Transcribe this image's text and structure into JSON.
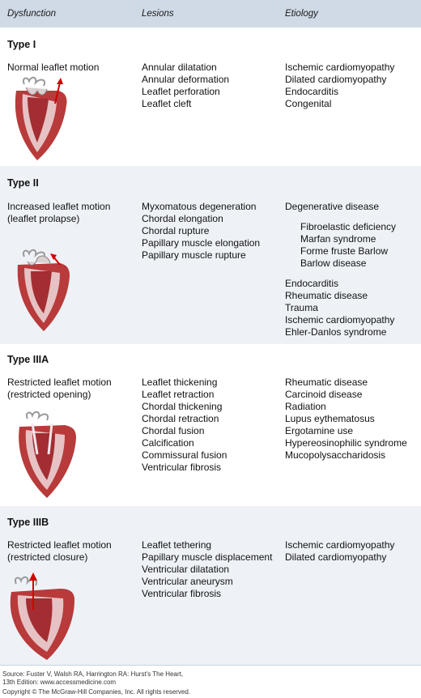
{
  "header": {
    "dysfunction": "Dysfunction",
    "lesions": "Lesions",
    "etiology": "Etiology"
  },
  "rows": [
    {
      "type": "Type I",
      "motion": [
        "Normal leaflet motion"
      ],
      "lesions": [
        "Annular dilatation",
        "Annular deformation",
        "Leaflet perforation",
        "Leaflet cleft"
      ],
      "etiology": [
        "Ischemic cardiomyopathy",
        "Dilated cardiomyopathy",
        "Endocarditis",
        "Congenital"
      ]
    },
    {
      "type": "Type II",
      "motion": [
        "Increased leaflet motion",
        "(leaflet prolapse)"
      ],
      "lesions": [
        "Myxomatous degeneration",
        "Chordal elongation",
        "Chordal rupture",
        "Papillary muscle elongation",
        "Papillary muscle rupture"
      ],
      "etiology_head": "Degenerative disease",
      "etiology_sub": [
        "Fibroelastic deficiency",
        "Marfan syndrome",
        "Forme fruste Barlow",
        "Barlow disease"
      ],
      "etiology": [
        "Endocarditis",
        "Rheumatic disease",
        "Trauma",
        "Ischemic cardiomyopathy",
        "Ehler-Danlos syndrome"
      ]
    },
    {
      "type": "Type IIIA",
      "motion": [
        "Restricted leaflet motion",
        "(restricted opening)"
      ],
      "lesions": [
        "Leaflet thickening",
        "Leaflet retraction",
        "Chordal thickening",
        "Chordal retraction",
        "Chordal fusion",
        "Calcification",
        "Commissural fusion",
        "Ventricular fibrosis"
      ],
      "etiology": [
        "Rheumatic disease",
        "Carcinoid disease",
        "Radiation",
        "Lupus eythematosus",
        "Ergotamine use",
        "Hypereosinophilic syndrome",
        "Mucopolysaccharidosis"
      ]
    },
    {
      "type": "Type IIIB",
      "motion": [
        "Restricted leaflet motion",
        "(restricted closure)"
      ],
      "lesions": [
        "Leaflet tethering",
        "Papillary muscle displacement",
        "Ventricular dilatation",
        "Ventricular aneurysm",
        "Ventricular fibrosis"
      ],
      "etiology": [
        "Ischemic cardiomyopathy",
        "Dilated cardiomyopathy"
      ]
    }
  ],
  "footer": {
    "source_line1": "Source: Fuster V, Walsh RA, Harrington RA: Hurst's The Heart,",
    "source_line2": "13th Edition: www.accessmedicine.com",
    "copyright": "Copyright © The McGraw-Hill Companies, Inc. All rights reserved."
  },
  "colors": {
    "header_bg": "#cfdae6",
    "shade_bg": "#eef2f7",
    "heart_red": "#b83a3a",
    "arrow_red": "#d40000"
  }
}
